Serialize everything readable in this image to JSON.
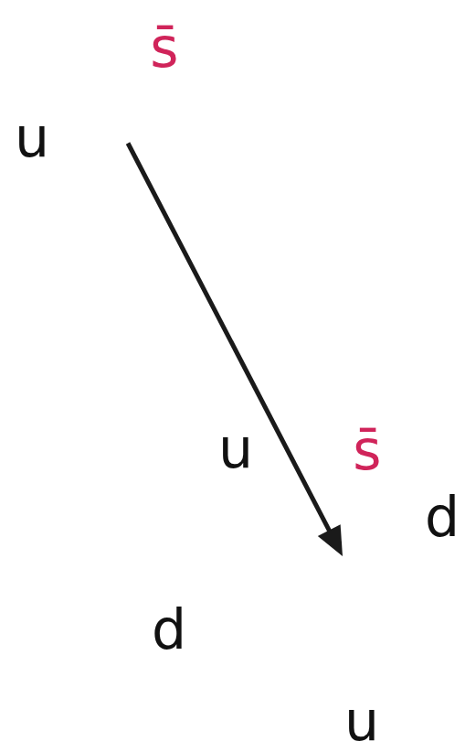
{
  "diagram": {
    "nodes": [
      {
        "text": [
          "s̄",
          "u"
        ]
      },
      {
        "text": [
          "u",
          "s̄",
          "d",
          "d",
          "u"
        ]
      }
    ],
    "edges": [
      {
        "from": 0,
        "to": 1,
        "arrow": "to"
      }
    ]
  }
}
